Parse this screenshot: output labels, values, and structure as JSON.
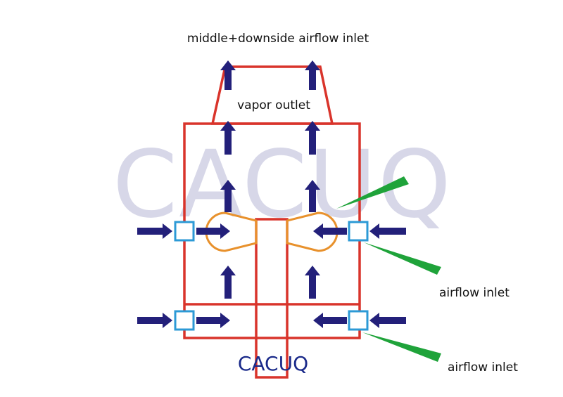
{
  "labels": {
    "top_inlet": "middle+downside airflow inlet",
    "vapor_outlet": "vapor outlet",
    "airflow_inlet_middle": "airflow inlet",
    "airflow_inlet_bottom": "airflow inlet"
  },
  "watermark": "CACUQ",
  "brand_text": "CACUQ",
  "colors": {
    "frame": "#d9342b",
    "arrow": "#23207a",
    "coil": "#e8912c",
    "nozzle": "#2c9ad6",
    "pointer": "#1fa33a",
    "brand": "#1a2a8a"
  }
}
